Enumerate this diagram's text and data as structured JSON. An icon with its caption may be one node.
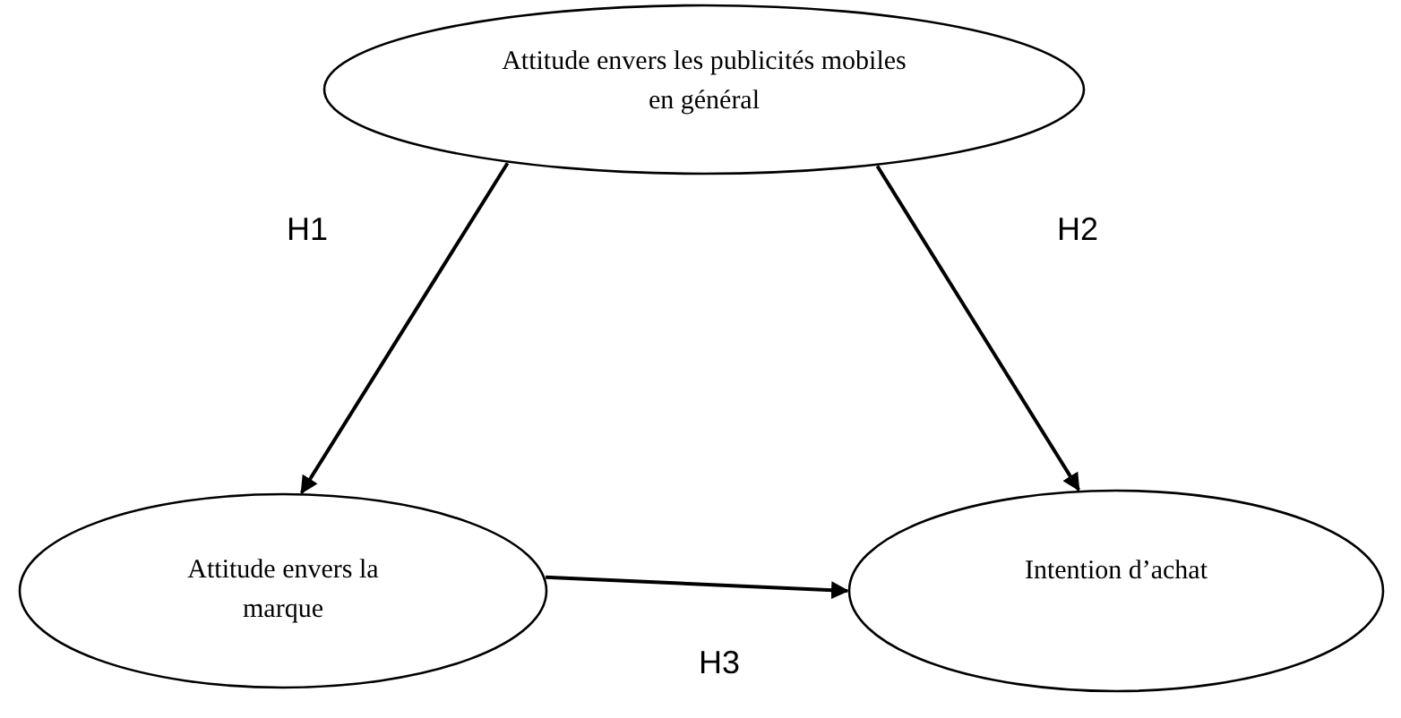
{
  "diagram": {
    "nodes": [
      {
        "text": [
          "Attitude envers les publicités mobiles en général"
        ]
      },
      {
        "text": [
          "Attitude envers la marque"
        ]
      },
      {
        "text": [
          "Intention d’achat"
        ]
      }
    ],
    "edges": [
      {
        "from": 0,
        "to": 1,
        "arrow": "to",
        "label": "H1"
      },
      {
        "from": 0,
        "to": 2,
        "arrow": "to",
        "label": "H2"
      },
      {
        "from": 1,
        "to": 2,
        "arrow": "to",
        "label": "H3"
      }
    ]
  }
}
